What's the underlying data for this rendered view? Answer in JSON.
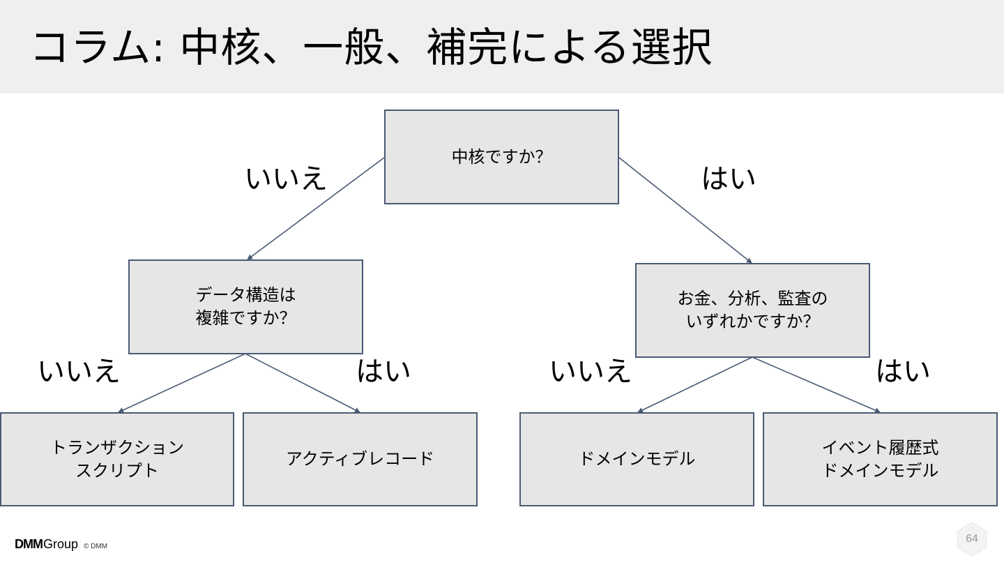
{
  "title": "コラム: 中核、一般、補完による選択",
  "nodes": {
    "root": "中核ですか？",
    "left": "データ構造は\n複雑ですか？",
    "right": "お金、分析、監査の\nいずれかですか？",
    "leaf_transaction_script": "トランザクション\nスクリプト",
    "leaf_active_record": "アクティブレコード",
    "leaf_domain_model": "ドメインモデル",
    "leaf_event_sourced": "イベント履歴式\nドメインモデル"
  },
  "edge_labels": {
    "root_no": "いいえ",
    "root_yes": "はい",
    "left_no": "いいえ",
    "left_yes": "はい",
    "right_no": "いいえ",
    "right_yes": "はい"
  },
  "footer": {
    "logo_mark": "DMM",
    "logo_group": "Group",
    "copyright": "© DMM"
  },
  "page_number": "64",
  "colors": {
    "title_bar": "#efefef",
    "node_fill": "#e6e6e6",
    "node_border": "#495a73",
    "edge": "#495a73"
  }
}
